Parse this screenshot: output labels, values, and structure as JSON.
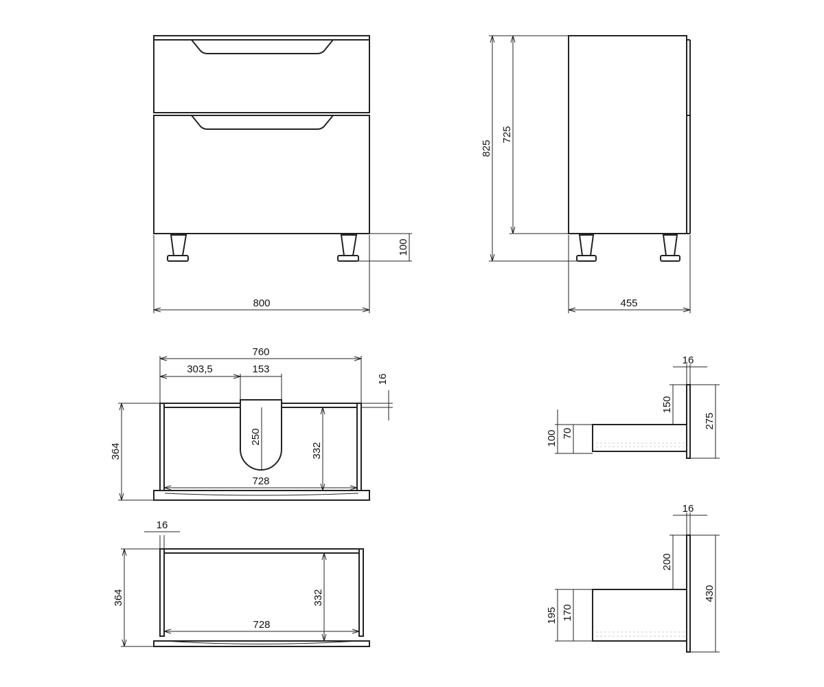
{
  "front_view": {
    "width_label": "800",
    "foot_height_label": "100"
  },
  "side_view": {
    "total_height_label": "825",
    "body_height_label": "725",
    "depth_label": "455"
  },
  "drawer_top_plan": {
    "outer_width_label": "760",
    "cutout_offset_label": "303,5",
    "cutout_width_label": "153",
    "panel_thickness_label": "16",
    "depth_label": "364",
    "cutout_depth_label": "250",
    "inner_depth_label": "332",
    "inner_width_label": "728"
  },
  "drawer_bottom_plan": {
    "panel_thickness_label": "16",
    "depth_label": "364",
    "inner_depth_label": "332",
    "inner_width_label": "728"
  },
  "drawer_top_section": {
    "panel_thickness_label": "16",
    "upper_gap_label": "150",
    "front_height_label": "275",
    "outer_side_height_label": "100",
    "inner_side_height_label": "70"
  },
  "drawer_bottom_section": {
    "panel_thickness_label": "16",
    "upper_gap_label": "200",
    "front_height_label": "430",
    "outer_side_height_label": "195",
    "inner_side_height_label": "170"
  }
}
